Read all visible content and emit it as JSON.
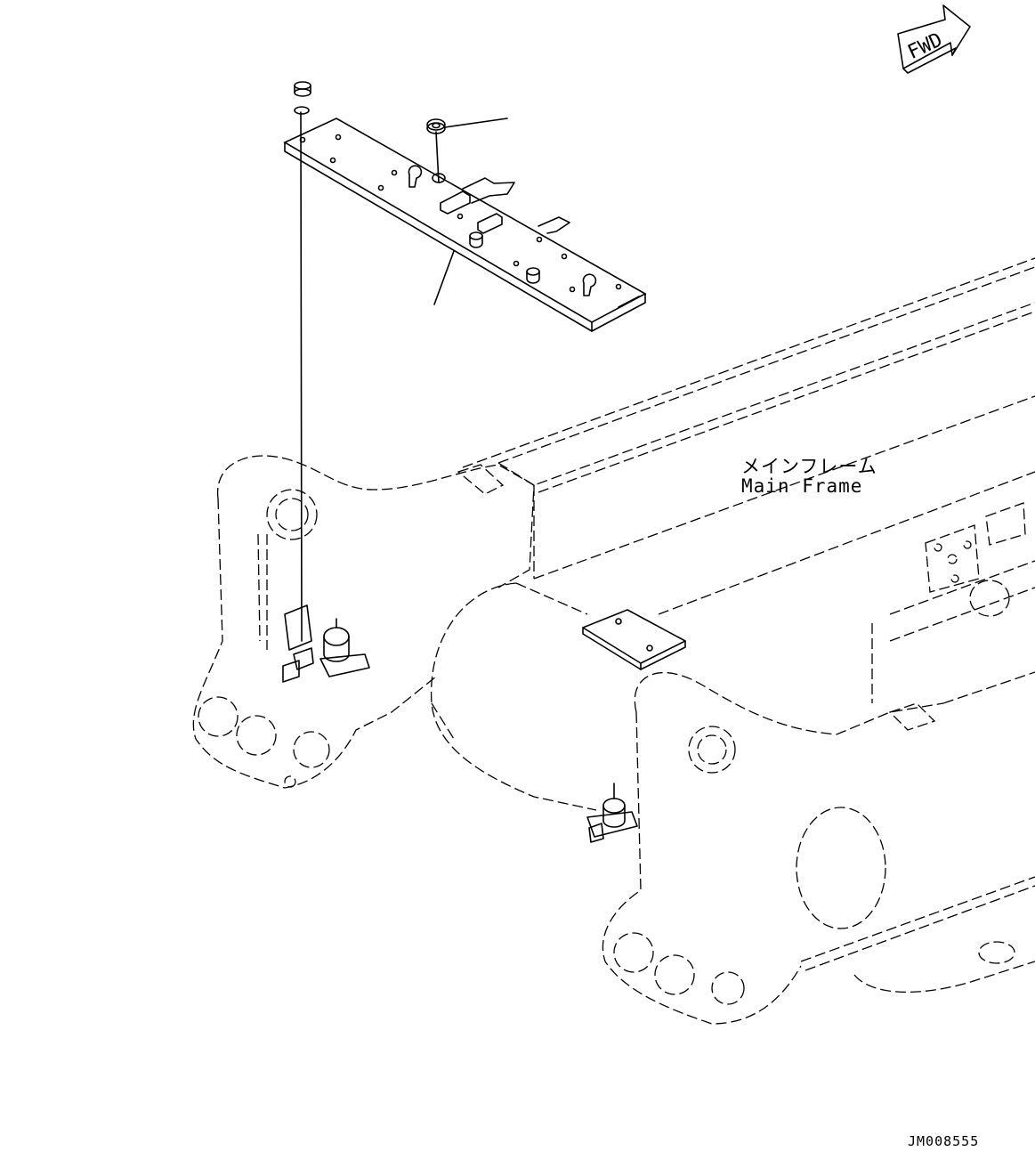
{
  "labels": {
    "part_name_jp": "メインフレーム",
    "part_name_en": "Main Frame",
    "fwd_arrow": "FWD",
    "drawing_id": "JM008555"
  },
  "icons": {
    "direction": "fwd-arrow-icon"
  },
  "colors": {
    "line": "#000000",
    "background": "#ffffff"
  }
}
